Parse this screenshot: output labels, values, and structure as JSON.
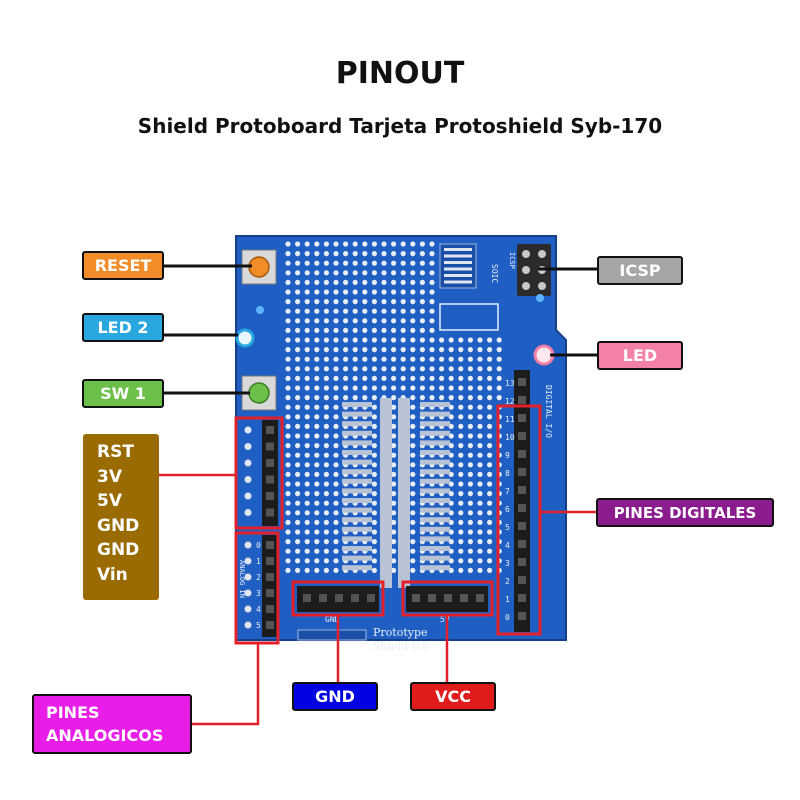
{
  "header": {
    "title": "PINOUT",
    "subtitle": "Shield Protoboard Tarjeta Protoshield Syb-170"
  },
  "labels": {
    "reset": "RESET",
    "led2": "LED 2",
    "sw1": "SW 1",
    "icsp": "ICSP",
    "led": "LED",
    "pines_digitales": "PINES DIGITALES",
    "pines_analogicos_line1": "PINES",
    "pines_analogicos_line2": "ANALOGICOS",
    "gnd": "GND",
    "vcc": "VCC"
  },
  "power_pins": [
    "RST",
    "3V",
    "5V",
    "GND",
    "GND",
    "Vin"
  ],
  "board": {
    "silk_name_line1": "Prototype",
    "silk_name_line2": "Shield  V.5",
    "silk_gnd": "GND",
    "silk_5v": "5V",
    "silk_soic": "SOIC",
    "silk_icsp": "ICSP",
    "silk_digital": "DIGITAL I/O",
    "silk_analog": "ANALOG IN",
    "analog_numbers": [
      "0",
      "1",
      "2",
      "3",
      "4",
      "5"
    ],
    "digital_numbers": [
      "13",
      "12",
      "11",
      "10",
      "9",
      "8",
      "7",
      "6",
      "5",
      "4",
      "3",
      "2",
      "1",
      "0"
    ]
  },
  "colors": {
    "board": "#1f5fc4",
    "reset": "#f28c28",
    "led2": "#29a8e0",
    "sw1": "#6cc04a",
    "icsp": "#a6a6a6",
    "led": "#f47fa7",
    "pines_digitales": "#8b1c8e",
    "pines_analogicos": "#e81ee8",
    "gnd": "#0000e0",
    "vcc": "#e01b1b",
    "power": "#9a6b00",
    "highlight": "#e3202a"
  }
}
